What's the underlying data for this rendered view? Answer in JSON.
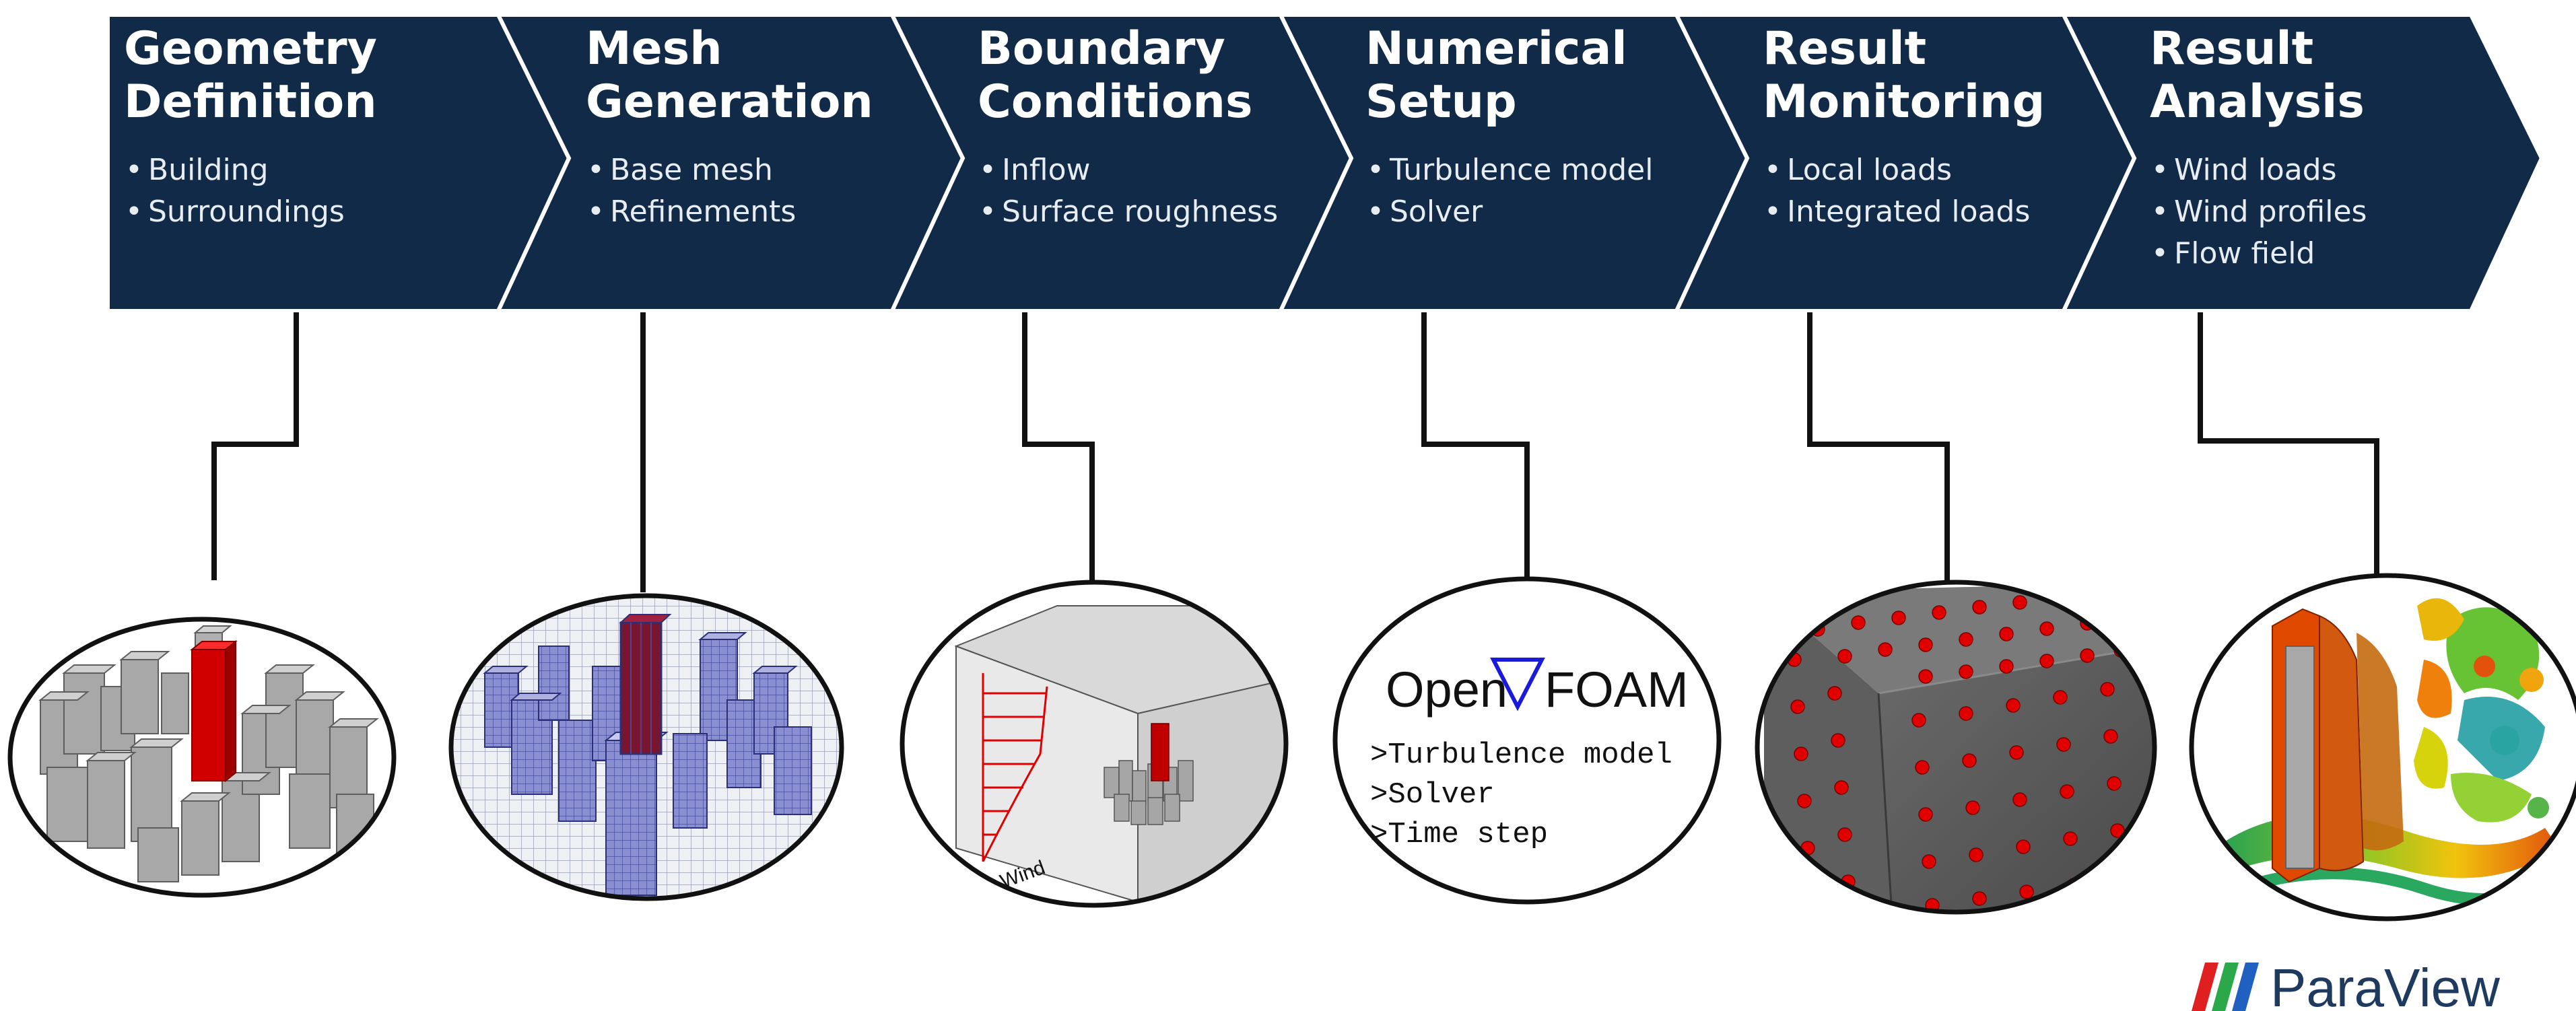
{
  "steps": [
    {
      "title_lines": [
        "Geometry",
        "Definition"
      ],
      "bullets": [
        "Building",
        "Surroundings"
      ]
    },
    {
      "title_lines": [
        "Mesh",
        "Generation"
      ],
      "bullets": [
        "Base mesh",
        "Refinements"
      ]
    },
    {
      "title_lines": [
        "Boundary",
        "Conditions"
      ],
      "bullets": [
        "Inflow",
        "Surface roughness"
      ]
    },
    {
      "title_lines": [
        "Numerical",
        "Setup"
      ],
      "bullets": [
        "Turbulence model",
        "Solver"
      ]
    },
    {
      "title_lines": [
        "Result",
        "Monitoring"
      ],
      "bullets": [
        "Local loads",
        "Integrated loads"
      ]
    },
    {
      "title_lines": [
        "Result",
        "Analysis"
      ],
      "bullets": [
        "Wind loads",
        "Wind profiles",
        "Flow field"
      ]
    }
  ],
  "bullet_char": "•",
  "openfoam": {
    "logo_open": "Open",
    "logo_foam": "FOAM",
    "commands": [
      ">Turbulence model",
      ">Solver",
      ">Time step"
    ]
  },
  "wind_label": "Wind",
  "paraview_label": "ParaView",
  "colors": {
    "banner": "#102a47",
    "banner_border": "#ffffff",
    "connector": "#111111",
    "building_grey": "#9e9e9e",
    "building_red": "#d10000",
    "mesh_blue": "#5a5fb5",
    "probe_red": "#e00000",
    "openfoam_nabla": "#1a1adb"
  }
}
